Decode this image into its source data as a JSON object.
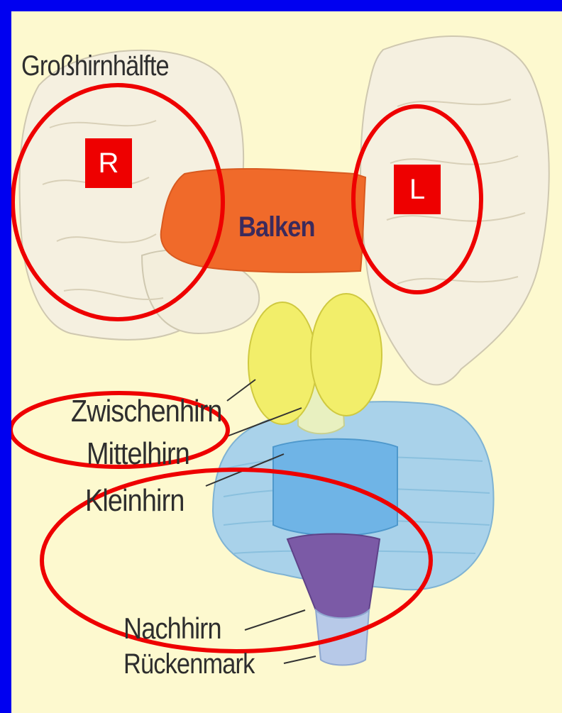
{
  "labels": {
    "cerebral_hemisphere": "Großhirnhälfte",
    "corpus_callosum": "Balken",
    "diencephalon": "Zwischenhirn",
    "midbrain": "Mittelhirn",
    "cerebellum": "Kleinhirn",
    "medulla": "Nachhirn",
    "spinal_cord": "Rückenmark"
  },
  "markers": {
    "right": "R",
    "left": "L"
  },
  "colors": {
    "frame": "#0000f0",
    "background": "#fdf9cf",
    "highlight": "#ee0000",
    "hemisphere": "#f5f0e0",
    "corpus_callosum": "#f06a2a",
    "thalamus": "#f2ee6a",
    "cerebellum": "#a9d2ea",
    "brainstem": "#7b5aa6"
  }
}
